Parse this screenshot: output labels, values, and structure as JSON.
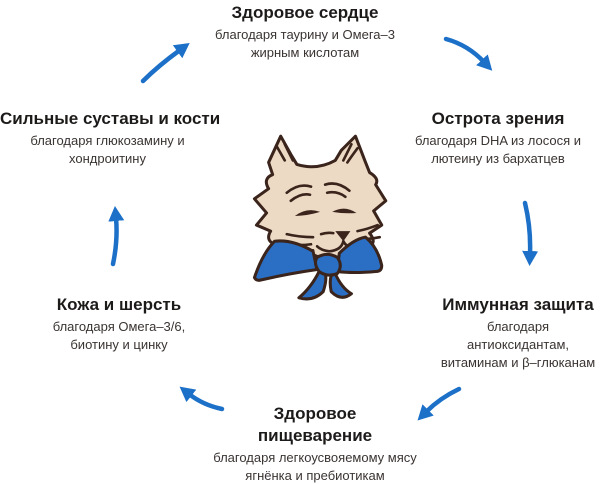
{
  "diagram": {
    "arrow_color": "#1C70C8",
    "center_illustration": {
      "icon": "cat-with-blue-bandana",
      "colors": {
        "fur": "#EDDAC5",
        "outline": "#3A241B",
        "bandana": "#2B6FC4"
      }
    },
    "items": [
      {
        "id": "heart",
        "title": "Здоровое сердце",
        "subtitle": "благодаря таурину и Омега–3 жирным кислотам"
      },
      {
        "id": "vision",
        "title": "Острота зрения",
        "subtitle": "благодаря DHA из лосося и лютеину из бархатцев"
      },
      {
        "id": "immunity",
        "title": "Иммунная защита",
        "subtitle": "благодаря антиоксидантам, витаминам и β–глюканам"
      },
      {
        "id": "digestion",
        "title": "Здоровое пищеварение",
        "subtitle": "благодаря легкоусвояемому мясу ягнёнка и пребиотикам"
      },
      {
        "id": "skin",
        "title": "Кожа и шерсть",
        "subtitle": "благодаря Омега–3/6, биотину и цинку"
      },
      {
        "id": "joints",
        "title": "Сильные суставы и кости",
        "subtitle": "благодаря глюкозамину и хондроитину"
      }
    ],
    "arrows": [
      {
        "name": "arrow-joints-to-heart",
        "direction": "up-right"
      },
      {
        "name": "arrow-heart-to-vision",
        "direction": "down-right"
      },
      {
        "name": "arrow-vision-to-immunity",
        "direction": "down"
      },
      {
        "name": "arrow-immunity-to-digestion",
        "direction": "down-left"
      },
      {
        "name": "arrow-digestion-to-skin",
        "direction": "up-left"
      },
      {
        "name": "arrow-skin-to-joints",
        "direction": "up"
      }
    ]
  }
}
